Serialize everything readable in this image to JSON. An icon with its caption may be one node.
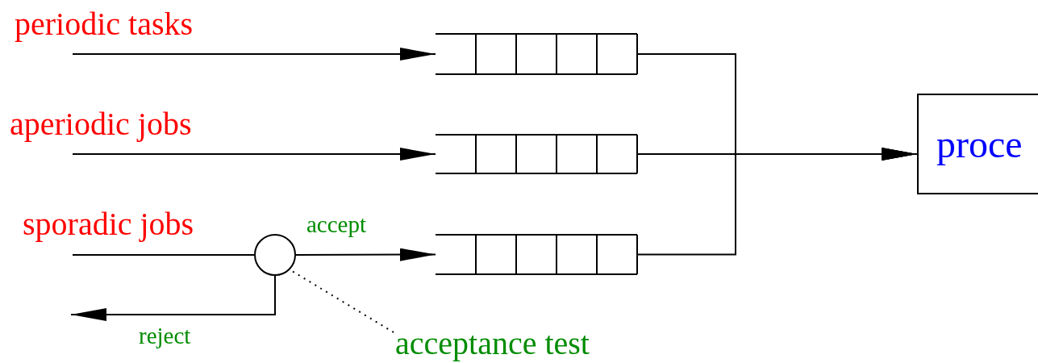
{
  "diagram": {
    "nodes": [
      {
        "text": [],
        "shape": "queue"
      },
      {
        "text": [],
        "shape": "queue"
      },
      {
        "text": [],
        "shape": "queue"
      },
      {
        "text": [
          "proce"
        ]
      },
      {
        "text": [],
        "shape": "circle"
      },
      {
        "text": [
          "acceptance test"
        ]
      }
    ],
    "edges": [
      {
        "from": null,
        "to": 0,
        "arrow": "to",
        "label": "periodic tasks"
      },
      {
        "from": null,
        "to": 1,
        "arrow": "to",
        "label": "aperiodic jobs"
      },
      {
        "from": null,
        "to": 4,
        "arrow": "none",
        "label": "sporadic jobs"
      },
      {
        "from": 4,
        "to": 2,
        "arrow": "to",
        "label": "accept"
      },
      {
        "from": 4,
        "to": null,
        "arrow": "to",
        "label": "reject"
      },
      {
        "from": 0,
        "to": 3,
        "arrow": "to"
      },
      {
        "from": 1,
        "to": 3,
        "arrow": "to"
      },
      {
        "from": 2,
        "to": 3,
        "arrow": "to"
      },
      {
        "from": 5,
        "to": 4,
        "arrow": "none",
        "style": "dashed"
      }
    ]
  }
}
